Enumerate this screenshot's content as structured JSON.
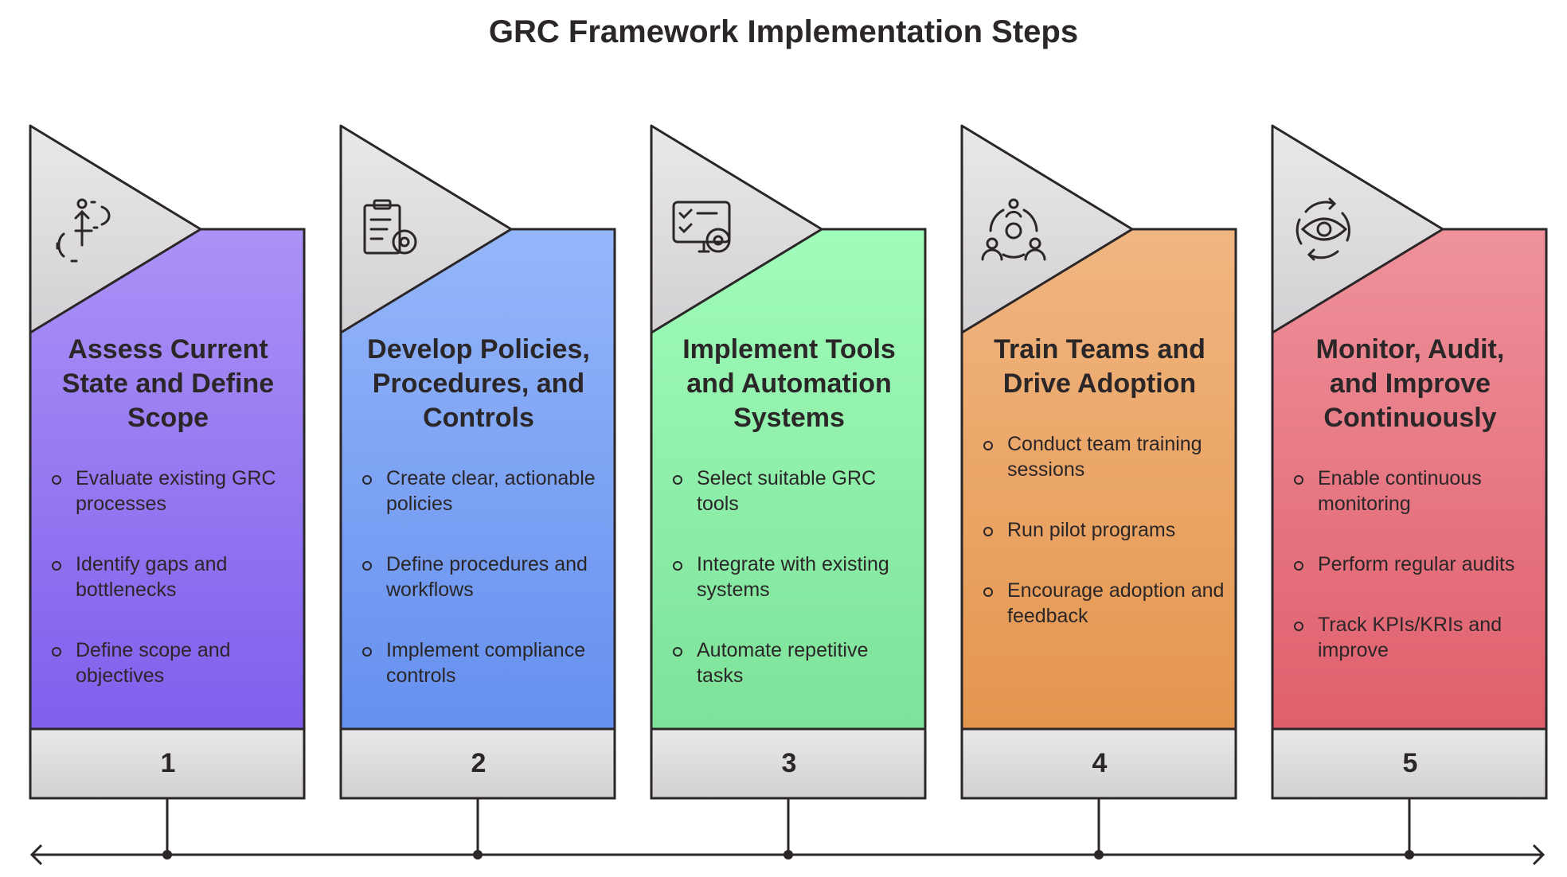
{
  "title": "GRC Framework Implementation Steps",
  "steps": [
    {
      "number": "1",
      "heading": "Assess Current State and Define Scope",
      "icon": "target-arrow-icon",
      "colors": [
        "#ab92f6",
        "#7f5fec"
      ],
      "bullets": [
        "Evaluate existing GRC processes",
        "Identify gaps and bottlenecks",
        "Define scope and objectives"
      ]
    },
    {
      "number": "2",
      "heading": "Develop Policies, Procedures, and Controls",
      "icon": "clipboard-gear-icon",
      "colors": [
        "#95b6f9",
        "#6590ef"
      ],
      "bullets": [
        "Create clear, actionable policies",
        "Define procedures and workflows",
        "Implement compliance controls"
      ]
    },
    {
      "number": "3",
      "heading": "Implement Tools and Automation Systems",
      "icon": "monitor-gear-icon",
      "colors": [
        "#a0fcba",
        "#7de29a"
      ],
      "bullets": [
        "Select suitable GRC tools",
        "Integrate with existing systems",
        "Automate repetitive tasks"
      ]
    },
    {
      "number": "4",
      "heading": "Train Teams and Drive Adoption",
      "icon": "team-gear-icon",
      "colors": [
        "#f1b681",
        "#e4964e"
      ],
      "bullets": [
        "Conduct team training sessions",
        "Run pilot programs",
        "Encourage adoption and feedback"
      ]
    },
    {
      "number": "5",
      "heading": "Monitor, Audit, and Improve Continuously",
      "icon": "eye-cycle-icon",
      "colors": [
        "#ef929b",
        "#df5f6c"
      ],
      "bullets": [
        "Enable continuous monitoring",
        "Perform regular audits",
        "Track KPIs/KRIs and improve"
      ]
    }
  ]
}
